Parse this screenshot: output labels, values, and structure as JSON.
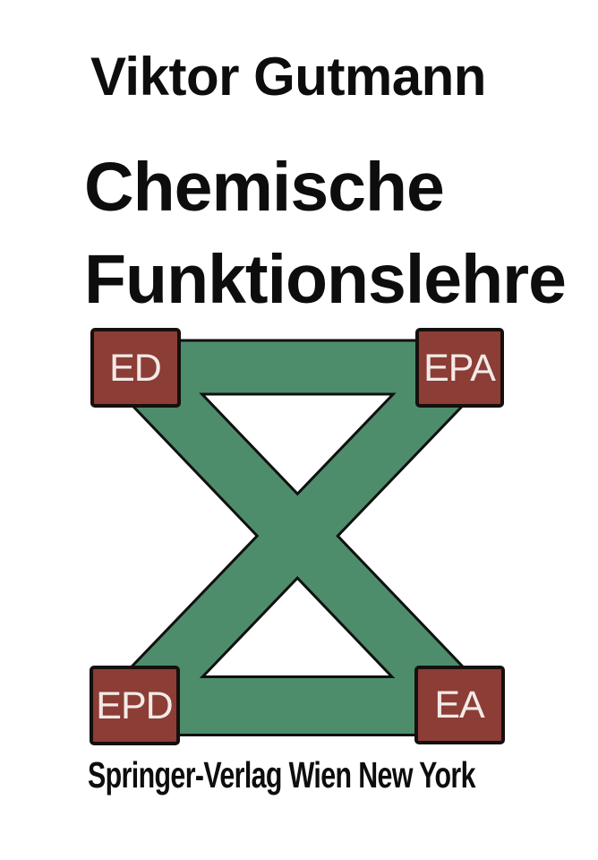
{
  "text_color": "#0d0d0d",
  "page_background": "#ffffff",
  "cover": {
    "author": "Viktor Gutmann",
    "title_line1": "Chemische",
    "title_line2": "Funktionslehre",
    "publisher": "Springer-Verlag Wien New York"
  },
  "diagram": {
    "description": "Four labeled squares connected by green bands: horizontal top bar ED-EPA, horizontal bottom bar EPD-EA, and two crossing diagonals ED-EA and EPA-EPD forming an X",
    "nodes": [
      {
        "id": "ed",
        "label": "ED",
        "position": "top-left"
      },
      {
        "id": "epa",
        "label": "EPA",
        "position": "top-right"
      },
      {
        "id": "epd",
        "label": "EPD",
        "position": "bottom-left"
      },
      {
        "id": "ea",
        "label": "EA",
        "position": "bottom-right"
      }
    ],
    "edges": [
      {
        "from": "ED",
        "to": "EPA"
      },
      {
        "from": "EPD",
        "to": "EA"
      },
      {
        "from": "ED",
        "to": "EA"
      },
      {
        "from": "EPA",
        "to": "EPD"
      }
    ],
    "colors": {
      "band_green": "#4d8d6b",
      "band_outline": "#101010",
      "node_fill": "#8b3d36",
      "node_border": "#14100e",
      "node_label": "#f3eae7"
    }
  }
}
